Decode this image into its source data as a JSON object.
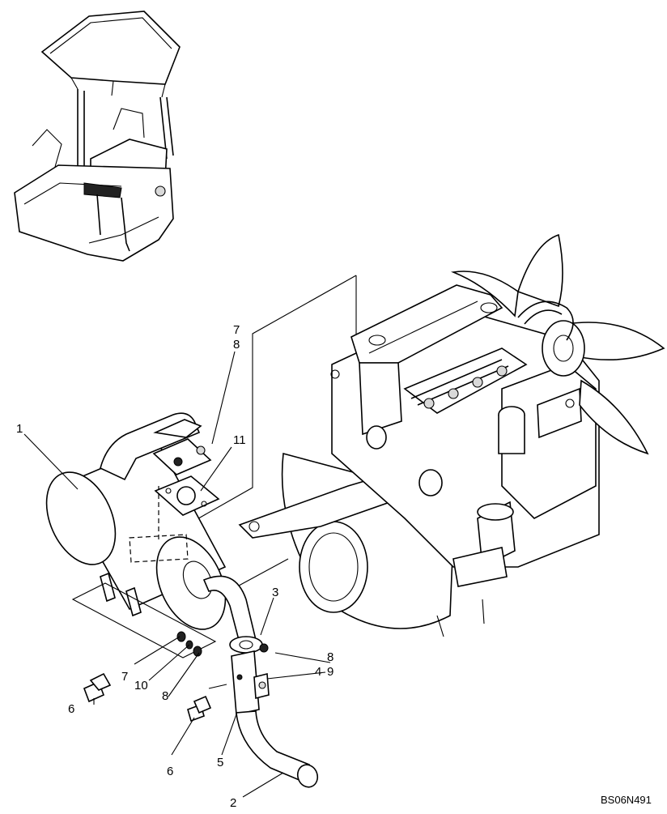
{
  "diagram": {
    "drawing_code": "BS06N491",
    "callouts": [
      "1",
      "2",
      "3",
      "4",
      "5",
      "6",
      "6",
      "7",
      "7",
      "8",
      "8",
      "8",
      "9",
      "10",
      "11"
    ]
  }
}
